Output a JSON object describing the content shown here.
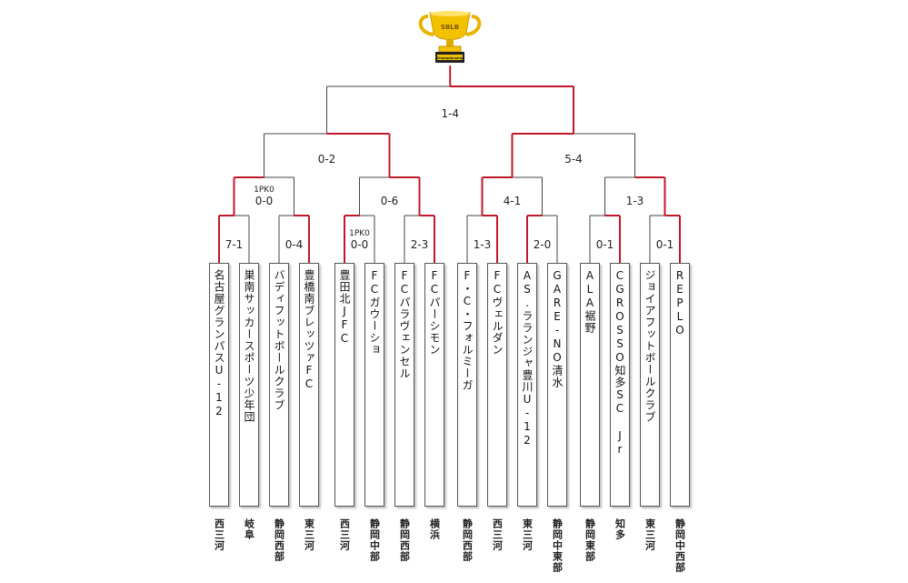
{
  "trophy": {
    "cup_text": "SBLB",
    "plate_text": "Championship"
  },
  "teams": [
    {
      "name": "名古屋グランパスU-12",
      "region": "西三河"
    },
    {
      "name": "巣南サッカースポーツ少年団",
      "region": "岐阜"
    },
    {
      "name": "バディフットボールクラブ",
      "region": "静岡西部"
    },
    {
      "name": "豊橋南ブレッツァFC",
      "region": "東三河"
    },
    {
      "name": "豊田北JFC",
      "region": "西三河"
    },
    {
      "name": "FCガウーショ",
      "region": "静岡中部"
    },
    {
      "name": "FCパラヴェンセル",
      "region": "静岡西部"
    },
    {
      "name": "FCパーシモン",
      "region": "横浜"
    },
    {
      "name": "F・C・フォルミーガ",
      "region": "静岡西部"
    },
    {
      "name": "FCヴェルダン",
      "region": "西三河"
    },
    {
      "name": "AS.ラランジャ豊川U-12",
      "region": "東三河"
    },
    {
      "name": "GARE-NO清水",
      "region": "静岡中東部"
    },
    {
      "name": "ALA裾野",
      "region": "静岡東部"
    },
    {
      "name": "CGROSSO知多SC Jr",
      "region": "知多"
    },
    {
      "name": "ジョイアフットボールクラブ",
      "region": "東三河"
    },
    {
      "name": "REPLO",
      "region": "静岡中西部"
    }
  ],
  "scores": {
    "r1": [
      "7-1",
      "0-4",
      "0-0",
      "2-3",
      "1-3",
      "2-0",
      "0-1",
      "0-1"
    ],
    "r1_pk": [
      "",
      "",
      "1PK0",
      "",
      "",
      "",
      "",
      ""
    ],
    "r2": [
      "0-0",
      "0-6",
      "4-1",
      "1-3"
    ],
    "r2_pk": [
      "1PK0",
      "",
      "",
      ""
    ],
    "r3": [
      "0-2",
      "5-4"
    ],
    "final": "1-4"
  },
  "colors": {
    "winner_line": "#c0182a",
    "loser_line": "#444444",
    "gold": "#f2c200"
  }
}
